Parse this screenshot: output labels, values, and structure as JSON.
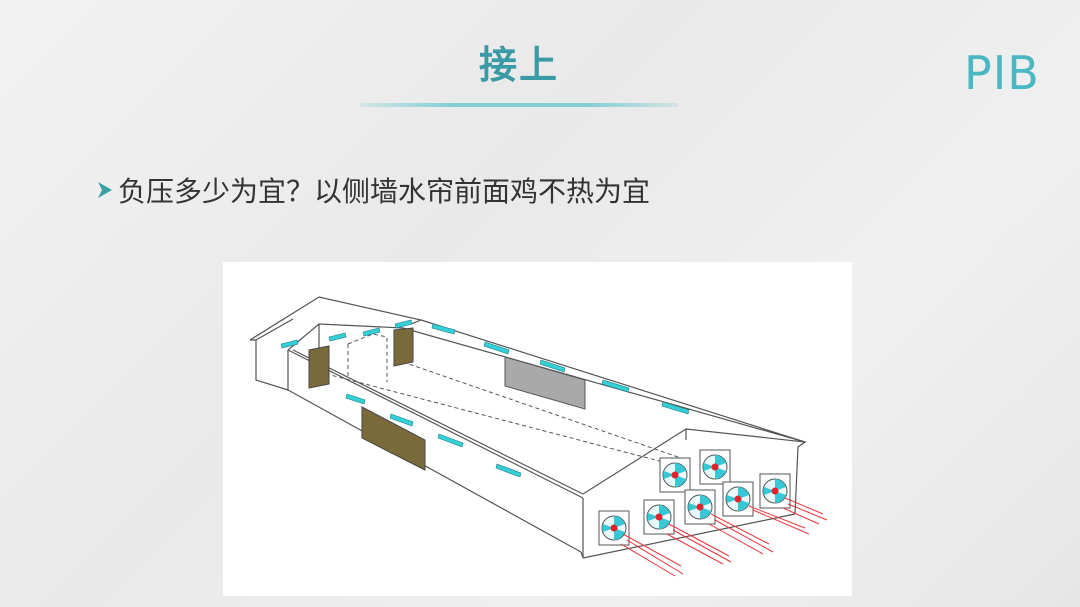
{
  "slide": {
    "title": "接上",
    "logo": "PIB",
    "bullet": "负压多少为宜？以侧墙水帘前面鸡不热为宜"
  },
  "colors": {
    "title": "#3a9aa6",
    "logo": "#4ab8c2",
    "accent_line": "#7fcfd3",
    "bullet_arrow": "#3aa0a8",
    "fan_blades": "#37c8d8",
    "fan_hub": "#e0232b",
    "airflow_arrows": "#e8363c",
    "vent": "#34d0d8",
    "door": "#7a6a3a",
    "cool_pad": "#a9a9a9"
  },
  "figure": {
    "icon": "tunnel-ventilated-poultry-house-illustration"
  }
}
